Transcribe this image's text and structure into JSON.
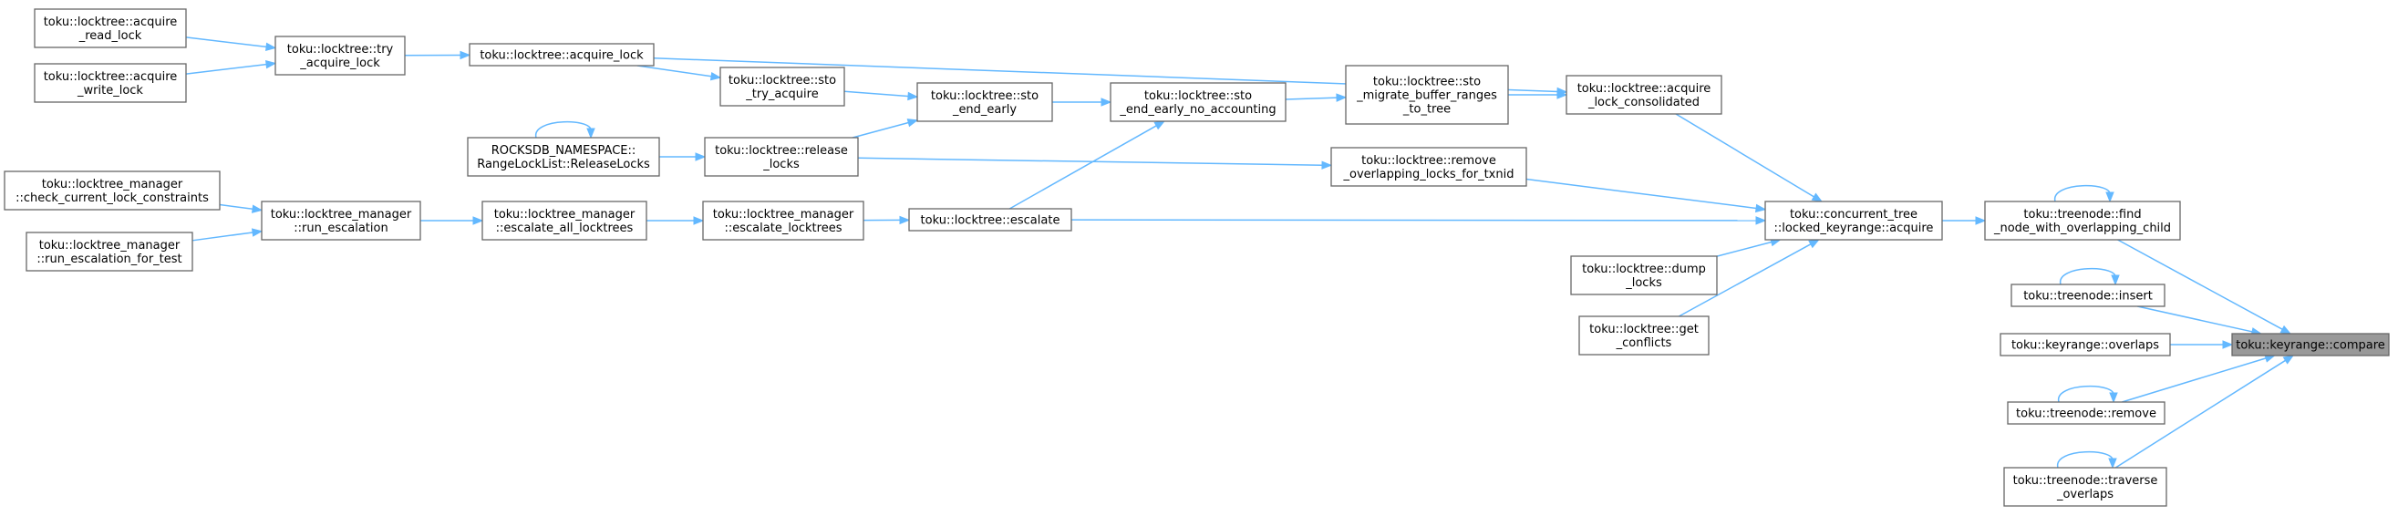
{
  "diagram": {
    "nodes": [
      {
        "id": "acquire_read_lock",
        "lines": [
          "toku::locktree::acquire",
          "_read_lock"
        ]
      },
      {
        "id": "acquire_write_lock",
        "lines": [
          "toku::locktree::acquire",
          "_write_lock"
        ]
      },
      {
        "id": "try_acquire_lock",
        "lines": [
          "toku::locktree::try",
          "_acquire_lock"
        ]
      },
      {
        "id": "acquire_lock",
        "lines": [
          "toku::locktree::acquire_lock"
        ]
      },
      {
        "id": "sto_try_acquire",
        "lines": [
          "toku::locktree::sto",
          "_try_acquire"
        ]
      },
      {
        "id": "sto_end_early",
        "lines": [
          "toku::locktree::sto",
          "_end_early"
        ]
      },
      {
        "id": "sto_end_early_no_accounting",
        "lines": [
          "toku::locktree::sto",
          "_end_early_no_accounting"
        ]
      },
      {
        "id": "sto_migrate",
        "lines": [
          "toku::locktree::sto",
          "_migrate_buffer_ranges",
          "_to_tree"
        ]
      },
      {
        "id": "acquire_lock_consolidated",
        "lines": [
          "toku::locktree::acquire",
          "_lock_consolidated"
        ]
      },
      {
        "id": "release_locks_rocks",
        "lines": [
          "ROCKSDB_NAMESPACE::",
          "RangeLockList::ReleaseLocks"
        ]
      },
      {
        "id": "release_locks",
        "lines": [
          "toku::locktree::release",
          "_locks"
        ]
      },
      {
        "id": "remove_overlapping",
        "lines": [
          "toku::locktree::remove",
          "_overlapping_locks_for_txnid"
        ]
      },
      {
        "id": "check_constraints",
        "lines": [
          "toku::locktree_manager",
          "::check_current_lock_constraints"
        ]
      },
      {
        "id": "run_escalation_for_test",
        "lines": [
          "toku::locktree_manager",
          "::run_escalation_for_test"
        ]
      },
      {
        "id": "run_escalation",
        "lines": [
          "toku::locktree_manager",
          "::run_escalation"
        ]
      },
      {
        "id": "escalate_all",
        "lines": [
          "toku::locktree_manager",
          "::escalate_all_locktrees"
        ]
      },
      {
        "id": "escalate_locktrees",
        "lines": [
          "toku::locktree_manager",
          "::escalate_locktrees"
        ]
      },
      {
        "id": "escalate",
        "lines": [
          "toku::locktree::escalate"
        ]
      },
      {
        "id": "ctree_acquire",
        "lines": [
          "toku::concurrent_tree",
          "::locked_keyrange::acquire"
        ]
      },
      {
        "id": "dump_locks",
        "lines": [
          "toku::locktree::dump",
          "_locks"
        ]
      },
      {
        "id": "get_conflicts",
        "lines": [
          "toku::locktree::get",
          "_conflicts"
        ]
      },
      {
        "id": "find_node",
        "lines": [
          "toku::treenode::find",
          "_node_with_overlapping_child"
        ]
      },
      {
        "id": "tn_insert",
        "lines": [
          "toku::treenode::insert"
        ]
      },
      {
        "id": "kr_overlaps",
        "lines": [
          "toku::keyrange::overlaps"
        ]
      },
      {
        "id": "tn_remove",
        "lines": [
          "toku::treenode::remove"
        ]
      },
      {
        "id": "tn_traverse",
        "lines": [
          "toku::treenode::traverse",
          "_overlaps"
        ]
      },
      {
        "id": "kr_compare",
        "lines": [
          "toku::keyrange::compare"
        ],
        "highlighted": true
      }
    ],
    "edges": [
      {
        "from": "acquire_read_lock",
        "to": "try_acquire_lock"
      },
      {
        "from": "acquire_write_lock",
        "to": "try_acquire_lock"
      },
      {
        "from": "try_acquire_lock",
        "to": "acquire_lock"
      },
      {
        "from": "acquire_lock",
        "to": "sto_try_acquire"
      },
      {
        "from": "acquire_lock",
        "to": "acquire_lock_consolidated"
      },
      {
        "from": "sto_try_acquire",
        "to": "sto_end_early"
      },
      {
        "from": "release_locks",
        "to": "sto_end_early"
      },
      {
        "from": "sto_end_early",
        "to": "sto_end_early_no_accounting"
      },
      {
        "from": "escalate",
        "to": "sto_end_early_no_accounting"
      },
      {
        "from": "sto_end_early_no_accounting",
        "to": "sto_migrate"
      },
      {
        "from": "sto_migrate",
        "to": "acquire_lock_consolidated"
      },
      {
        "from": "release_locks_rocks",
        "to": "release_locks"
      },
      {
        "from": "release_locks_rocks",
        "to": "release_locks_rocks"
      },
      {
        "from": "release_locks",
        "to": "remove_overlapping"
      },
      {
        "from": "check_constraints",
        "to": "run_escalation"
      },
      {
        "from": "run_escalation_for_test",
        "to": "run_escalation"
      },
      {
        "from": "run_escalation",
        "to": "escalate_all"
      },
      {
        "from": "escalate_all",
        "to": "escalate_locktrees"
      },
      {
        "from": "escalate_locktrees",
        "to": "escalate"
      },
      {
        "from": "escalate",
        "to": "ctree_acquire"
      },
      {
        "from": "acquire_lock_consolidated",
        "to": "ctree_acquire"
      },
      {
        "from": "remove_overlapping",
        "to": "ctree_acquire"
      },
      {
        "from": "dump_locks",
        "to": "ctree_acquire"
      },
      {
        "from": "get_conflicts",
        "to": "ctree_acquire"
      },
      {
        "from": "ctree_acquire",
        "to": "find_node"
      },
      {
        "from": "find_node",
        "to": "find_node"
      },
      {
        "from": "find_node",
        "to": "kr_compare"
      },
      {
        "from": "tn_insert",
        "to": "tn_insert"
      },
      {
        "from": "tn_insert",
        "to": "kr_compare"
      },
      {
        "from": "kr_overlaps",
        "to": "kr_compare"
      },
      {
        "from": "tn_remove",
        "to": "tn_remove"
      },
      {
        "from": "tn_remove",
        "to": "kr_compare"
      },
      {
        "from": "tn_traverse",
        "to": "tn_traverse"
      },
      {
        "from": "tn_traverse",
        "to": "kr_compare"
      }
    ]
  },
  "colors": {
    "edge": "#63b8ff",
    "node_border": "#666666",
    "node_fill": "#ffffff",
    "highlight_fill": "#999999"
  }
}
